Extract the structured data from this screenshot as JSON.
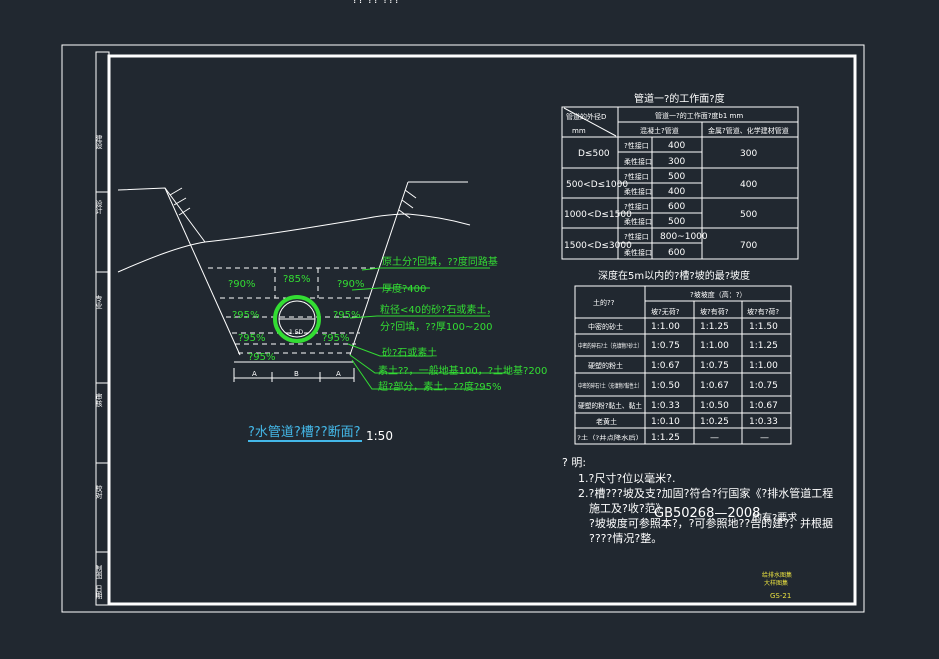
{
  "colors": {
    "background": "#212830",
    "lines": "#ffffff",
    "annotation": "#33dd33",
    "title_underline": "#44b8e8",
    "stamp": "#e8e040"
  },
  "cut_top_text": "?? ?? ???",
  "side_labels": [
    "建设",
    "设计",
    "专业",
    "审核",
    "校对",
    "制图",
    "日期"
  ],
  "section": {
    "compaction_labels": [
      "?90%",
      "?85%",
      "?90%",
      "?95%",
      "?95%",
      "?95%",
      "?95%",
      "?95%"
    ],
    "pipe_label": "1.5D",
    "dims": [
      "A",
      "B",
      "A"
    ],
    "notes": [
      "原土分?回填，??度同路基",
      "厚度?400",
      "粒径<40的砂?石或素土，分?回填，??厚100~200",
      "砂?石或素土",
      "素土??，一般地基100，?土地基?200",
      "超?部分，素土，??度?95%"
    ],
    "title": "?水管道?槽??断面?",
    "scale": "1:50"
  },
  "table1": {
    "title": "管道一?的工作面?度",
    "header_left": "管道的外径D",
    "header_unit": "mm",
    "header_span": "管道一?的工作面?度b1 mm",
    "header_sub1": "混凝土?管道",
    "header_sub2": "金属?管道、化学建材管道",
    "rows": [
      {
        "range": "D≤500",
        "a_type": "?性接口",
        "a_val": "400",
        "b_type": "柔性接口",
        "b_val": "300",
        "metal": "300"
      },
      {
        "range": "500<D≤1000",
        "a_type": "?性接口",
        "a_val": "500",
        "b_type": "柔性接口",
        "b_val": "400",
        "metal": "400"
      },
      {
        "range": "1000<D≤1500",
        "a_type": "?性接口",
        "a_val": "600",
        "b_type": "柔性接口",
        "b_val": "500",
        "metal": "500"
      },
      {
        "range": "1500<D≤3000",
        "a_type": "?性接口",
        "a_val": "800~1000",
        "b_type": "柔性接口",
        "b_val": "600",
        "metal": "700"
      }
    ]
  },
  "table2": {
    "title": "深度在5m以内的?槽?坡的最?坡度",
    "col1": "土的??",
    "span": "?坡坡度（高：?）",
    "sub": [
      "坡?无荷?",
      "坡?有荷?",
      "坡?有?荷?"
    ],
    "rows": [
      {
        "soil": "中密的砂土",
        "v": [
          "1:1.00",
          "1:1.25",
          "1:1.50"
        ]
      },
      {
        "soil": "中密的碎石?土（充填物?砂土）",
        "v": [
          "1:0.75",
          "1:1.00",
          "1:1.25"
        ]
      },
      {
        "soil": "硬塑的粉土",
        "v": [
          "1:0.67",
          "1:0.75",
          "1:1.00"
        ]
      },
      {
        "soil": "中密的碎石?土（充填物?黏性土）",
        "v": [
          "1:0.50",
          "1:0.67",
          "1:0.75"
        ]
      },
      {
        "soil": "硬塑的粉?黏土、黏土",
        "v": [
          "1:0.33",
          "1:0.50",
          "1:0.67"
        ]
      },
      {
        "soil": "老黄土",
        "v": [
          "1:0.10",
          "1:0.25",
          "1:0.33"
        ]
      },
      {
        "soil": "?土（?井点降水后）",
        "v": [
          "1:1.25",
          "—",
          "—"
        ]
      }
    ]
  },
  "notes": {
    "heading": "? 明:",
    "items": [
      "1.?尺寸?位以毫米?.",
      "2.?槽???坡及支?加固?符合?行国家《?排水管道工程",
      "施工及?收?范》",
      "GB50268—2008",
      "?坡坡度可参照本?，?可参照地??告的建?，并根据",
      "????情况?整。"
    ],
    "overlap": "的有?要求"
  },
  "stamp": {
    "line1": "给排水图集",
    "line2": "大样图集",
    "code": "GS-21"
  }
}
